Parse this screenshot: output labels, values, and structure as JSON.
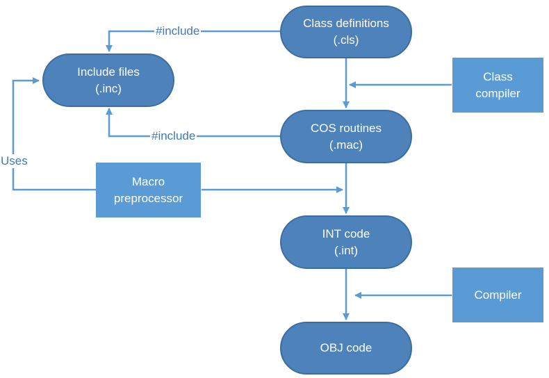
{
  "nodes": {
    "class_definitions": {
      "line1": "Class definitions",
      "line2": "(.cls)"
    },
    "include_files": {
      "line1": "Include files",
      "line2": "(.inc)"
    },
    "cos_routines": {
      "line1": "COS routines",
      "line2": "(.mac)"
    },
    "int_code": {
      "line1": "INT code",
      "line2": "(.int)"
    },
    "obj_code": {
      "line1": "OBJ code"
    },
    "class_compiler": {
      "line1": "Class",
      "line2": "compiler"
    },
    "macro_preprocessor": {
      "line1": "Macro",
      "line2": "preprocessor"
    },
    "compiler": {
      "line1": "Compiler"
    }
  },
  "edges": {
    "include_from_cls": "#include",
    "include_from_mac": "#include",
    "uses": "Uses"
  },
  "colors": {
    "process_fill": "#4d82ba",
    "tool_fill": "#5b9bd5",
    "connector": "#5b9bd5",
    "label_text": "#3d7ab8"
  }
}
